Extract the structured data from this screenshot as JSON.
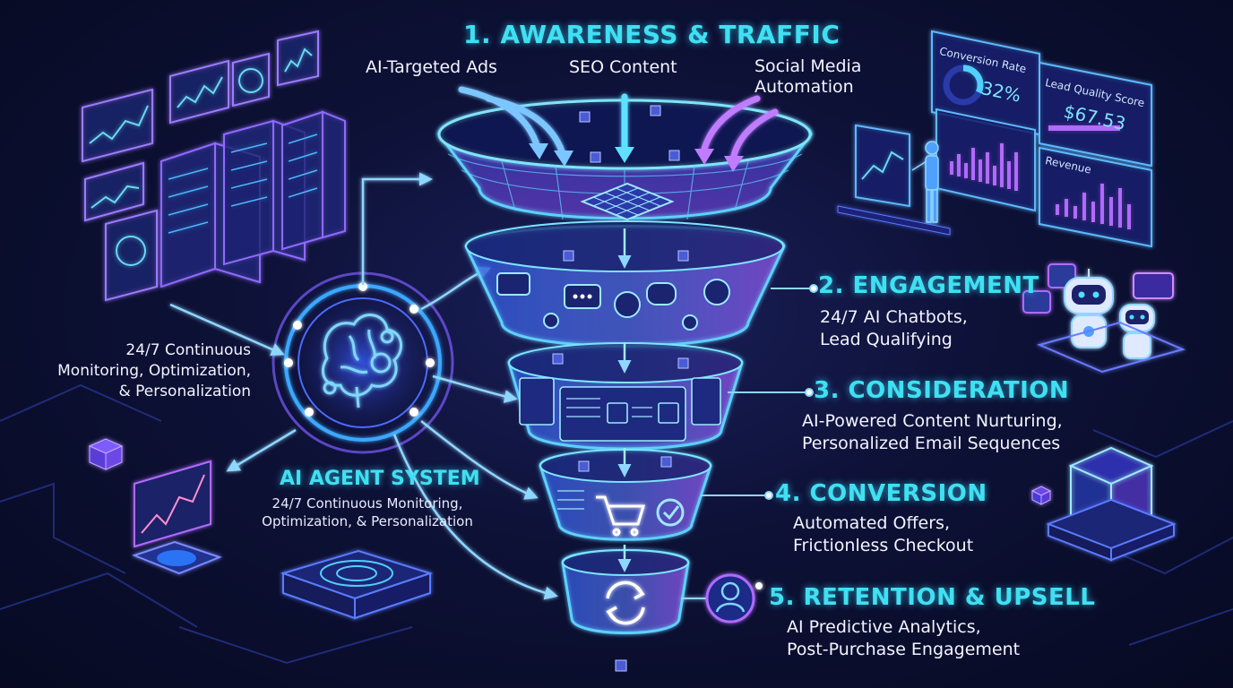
{
  "stages": [
    {
      "title": "1. AWARENESS & TRAFFIC",
      "desc": ""
    },
    {
      "title": "2. ENGAGEMENT",
      "desc": "24/7 AI Chatbots,\nLead Qualifying"
    },
    {
      "title": "3. CONSIDERATION",
      "desc": "AI-Powered Content Nurturing,\nPersonalized Email Sequences"
    },
    {
      "title": "4. CONVERSION",
      "desc": "Automated Offers,\nFrictionless Checkout"
    },
    {
      "title": "5. RETENTION & UPSELL",
      "desc": "AI Predictive Analytics,\nPost-Purchase Engagement"
    }
  ],
  "traffic_sources": [
    "AI-Targeted Ads",
    "SEO Content",
    "Social Media\nAutomation"
  ],
  "agent": {
    "title": "AI AGENT SYSTEM",
    "desc": "24/7 Continuous Monitoring,\nOptimization, & Personalization",
    "left_desc": "24/7 Continuous\nMonitoring, Optimization,\n& Personalization"
  },
  "dashboard": {
    "conversion_rate_label": "Conversion Rate",
    "conversion_rate_value": "32%",
    "lead_quality_label": "Lead Quality Score",
    "lead_quality_value": "$67.53",
    "revenue_label": "Revenue",
    "conversion_fill": 0.32
  },
  "colors": {
    "title_cyan": "#3fe0f2",
    "glow_blue": "#3aa8ff",
    "glow_purple": "#b06bff",
    "background": "#0d1136"
  }
}
